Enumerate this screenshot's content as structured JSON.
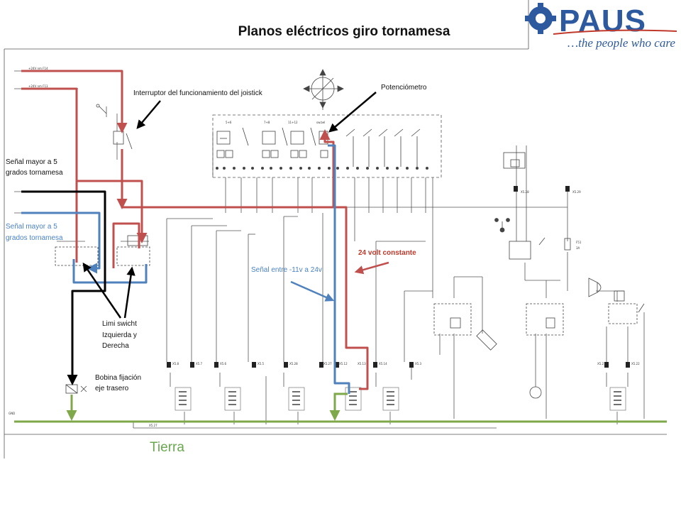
{
  "title": "Planos eléctricos giro tornamesa",
  "logo": {
    "brand": "PAUS",
    "tagline": "…the people who care",
    "colors": {
      "primary": "#2d5a9e",
      "accent": "#c0392b"
    }
  },
  "annotations": {
    "joystick_switch": "Interruptor del funcionamiento del joistick",
    "potentiometer": "Potenciómetro",
    "signal_black": [
      "Señal mayor a 5",
      "grados tornamesa"
    ],
    "signal_blue": [
      "Señal mayor a 5",
      "grados tornamesa"
    ],
    "constant_24v": "24 volt constante",
    "signal_range": "Señal entre -11v a 24v",
    "limit_switch": [
      "Limi swicht",
      "Izquierda y",
      "Derecha"
    ],
    "coil": [
      "Bobina fijación",
      "eje trasero"
    ],
    "ground": "Tierra"
  },
  "schematic_labels": {
    "in1": "+24V nm F14",
    "in2": "+24V nm F13",
    "gnd": "GND",
    "s1": "5+6",
    "s2": "7+8",
    "s3": "11+12",
    "s4": "sw.bel",
    "fuse": "F51",
    "fuse_val": "3A",
    "bottom_bus": "X5.27",
    "top_pins": [
      "X5.28",
      "X5.29"
    ],
    "bottom_pins": [
      "X5.8",
      "X5.7",
      "X5.6",
      "X5.5",
      "X5.28",
      "X5.27",
      "X5.12",
      "X5.13",
      "X5.14",
      "X5.3",
      "X5.21",
      "X5.22"
    ]
  },
  "colors": {
    "red": "#c0504d",
    "blue": "#4f81bd",
    "green": "#7fa84a",
    "wire": "#555555",
    "black": "#000000"
  }
}
